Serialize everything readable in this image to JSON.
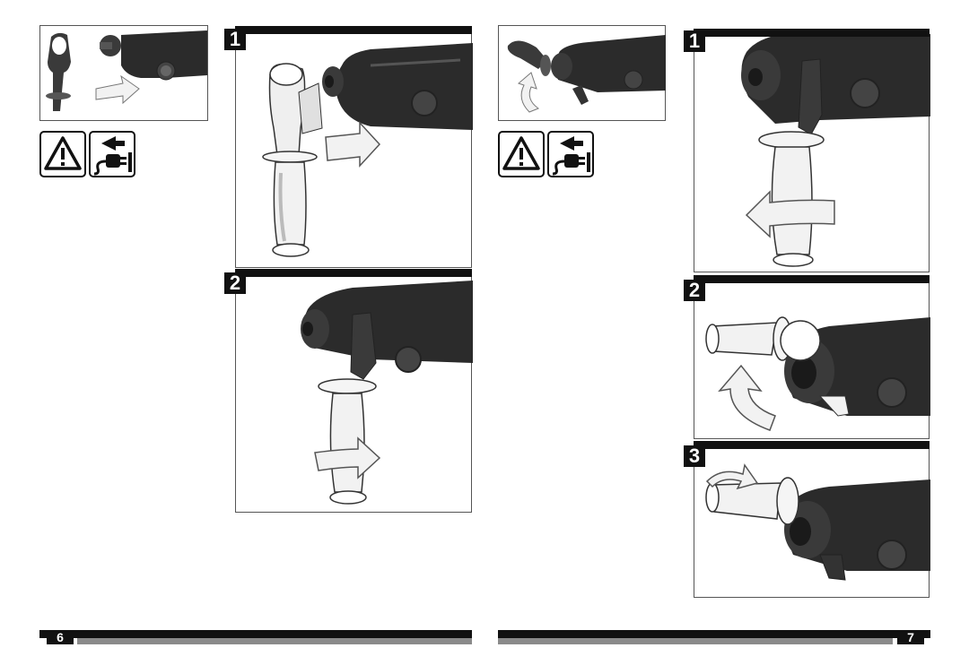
{
  "left_page": {
    "steps": [
      "1",
      "2"
    ],
    "page_number": "6",
    "icons": [
      "warning-triangle-icon",
      "unplug-icon"
    ]
  },
  "right_page": {
    "steps": [
      "1",
      "2",
      "3"
    ],
    "page_number": "7",
    "icons": [
      "warning-triangle-icon",
      "unplug-icon"
    ]
  },
  "colors": {
    "ink": "#111111",
    "body_dark": "#2b2b2b",
    "rule_grey": "#8a8a8a",
    "handle": "#f2f2f2"
  }
}
